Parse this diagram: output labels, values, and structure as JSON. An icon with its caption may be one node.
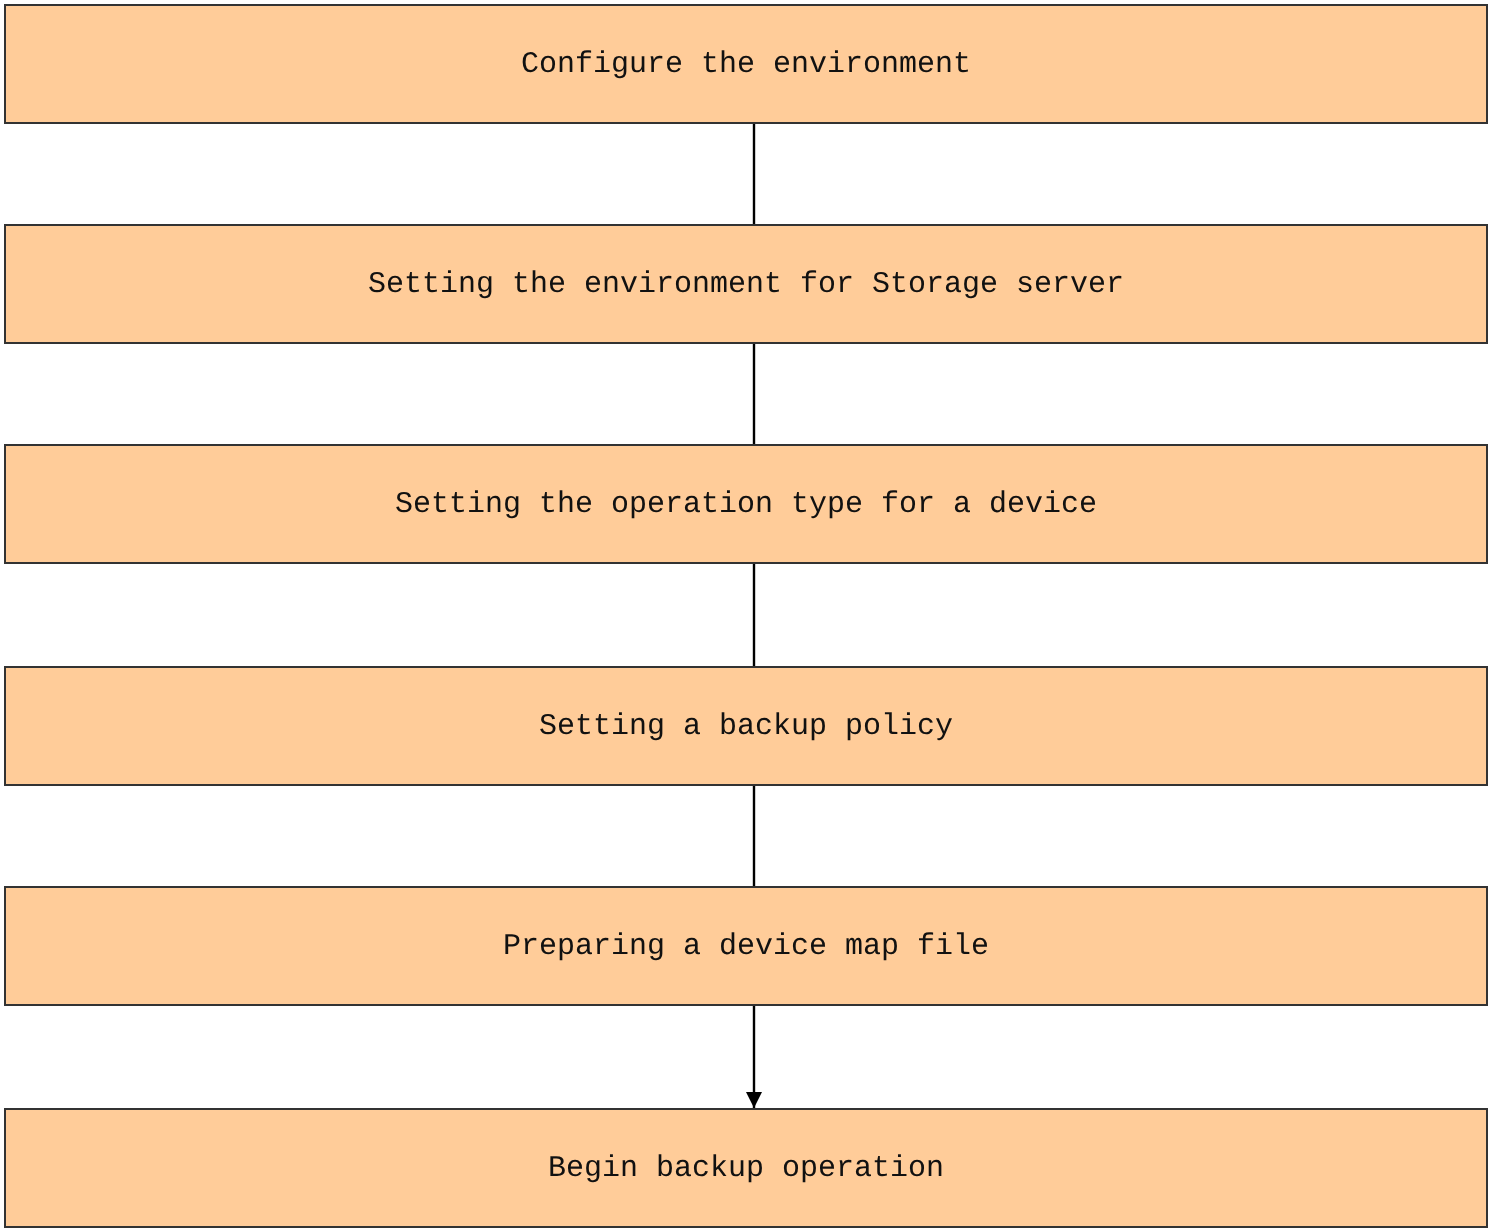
{
  "diagram": {
    "nodes": [
      {
        "text": [
          "Configure the environment"
        ]
      },
      {
        "text": [
          "Setting the environment for Storage server"
        ]
      },
      {
        "text": [
          "Setting the operation type for a device"
        ]
      },
      {
        "text": [
          "Setting a backup policy"
        ]
      },
      {
        "text": [
          "Preparing a device map file"
        ]
      },
      {
        "text": [
          "Begin backup operation"
        ]
      }
    ],
    "edges": [
      {
        "from": 0,
        "to": 1,
        "arrow": "none"
      },
      {
        "from": 1,
        "to": 2,
        "arrow": "none"
      },
      {
        "from": 2,
        "to": 3,
        "arrow": "none"
      },
      {
        "from": 3,
        "to": 4,
        "arrow": "none"
      },
      {
        "from": 4,
        "to": 5,
        "arrow": "to"
      }
    ]
  }
}
